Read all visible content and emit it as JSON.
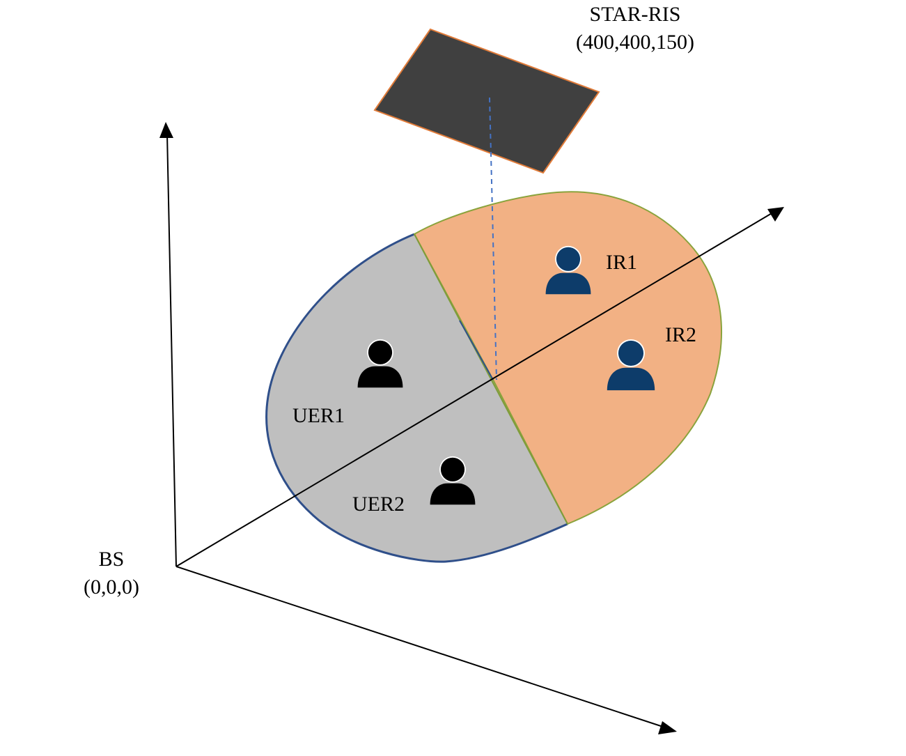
{
  "ris": {
    "name": "STAR-RIS",
    "coords": "(400,400,150)"
  },
  "bs": {
    "name": "BS",
    "coords": "(0,0,0)"
  },
  "users": {
    "ir1": "IR1",
    "ir2": "IR2",
    "uer1": "UER1",
    "uer2": "UER2"
  },
  "colors": {
    "reflection_region": "#f2b184",
    "transmission_region": "#bfbfbf",
    "reflection_users": "#0d3c6a",
    "transmission_users": "#000000",
    "ris_panel": "#404040",
    "ris_border": "#e07b39"
  },
  "icons": {
    "user": "user-icon",
    "axis_arrow": "arrowhead-icon"
  }
}
